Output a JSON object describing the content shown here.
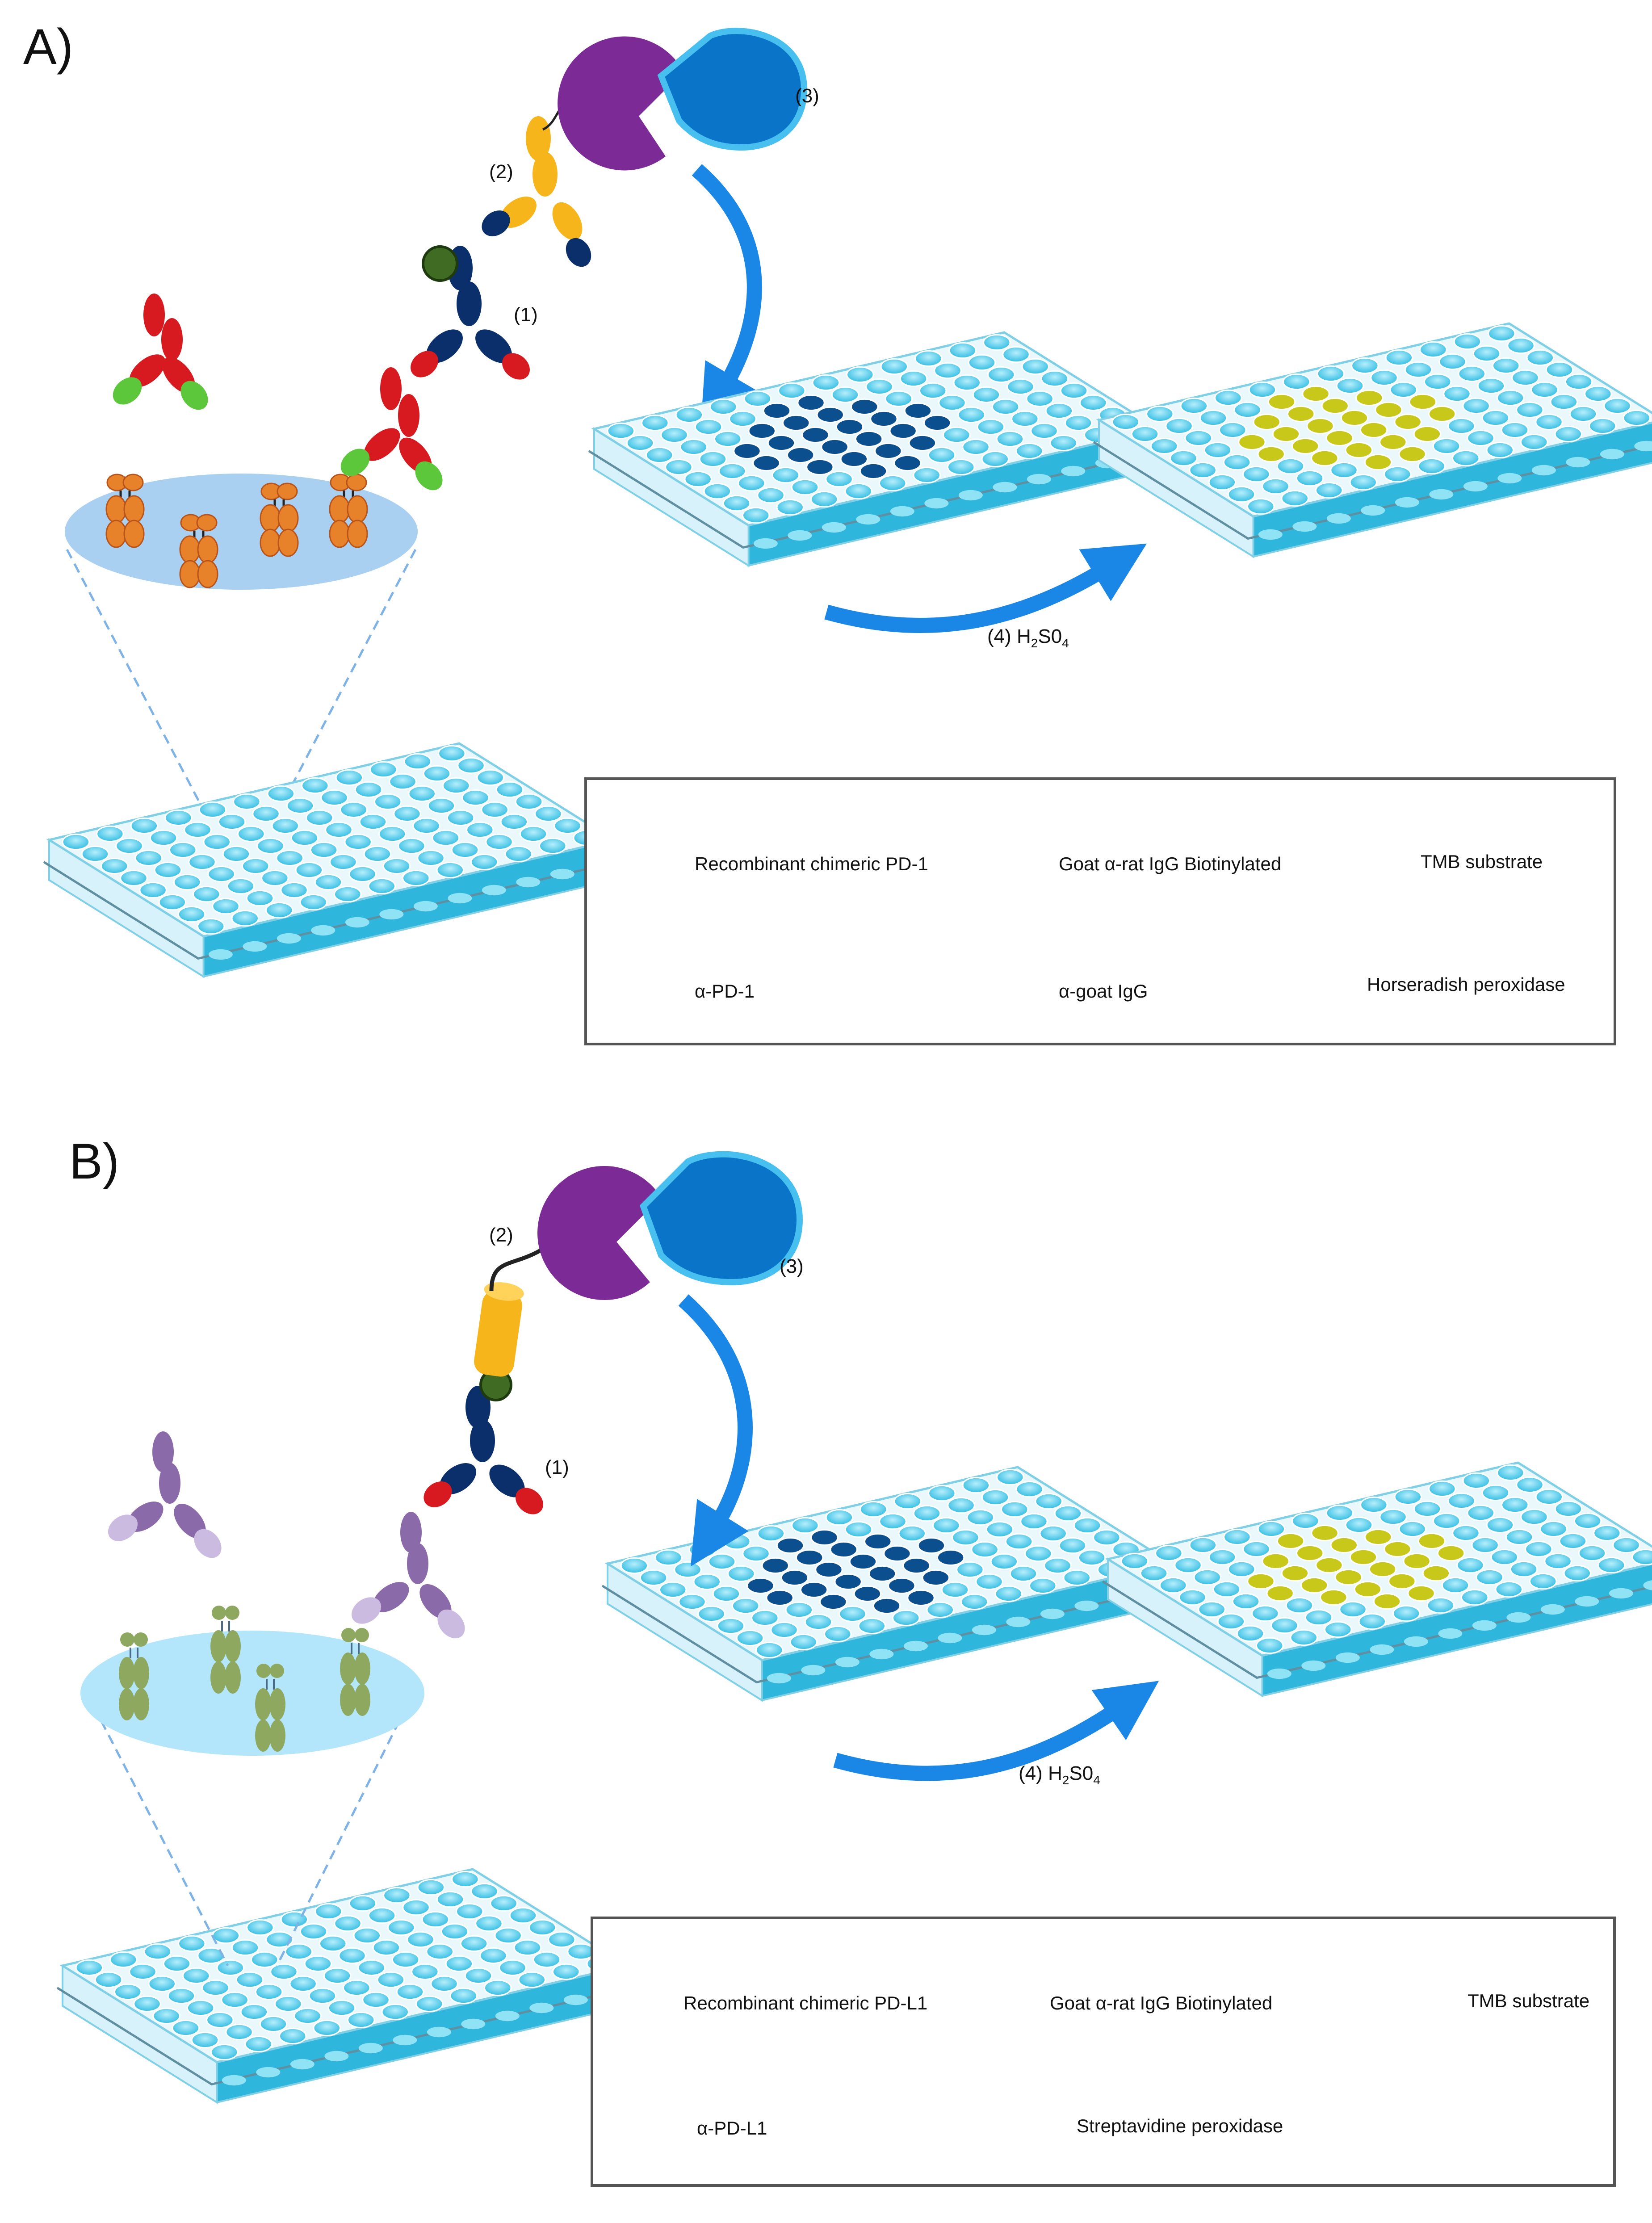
{
  "panels": [
    {
      "label": "A)",
      "steps": {
        "s1": "(1)",
        "s2": "(2)",
        "s3": "(3)",
        "s4_prefix": "(4) H",
        "s4_sub1": "2",
        "s4_mid": "S0",
        "s4_sub2": "4"
      },
      "legend": {
        "item1": "Recombinant chimeric PD-1",
        "item2": "Goat α-rat IgG Biotinylated",
        "item3": "TMB substrate",
        "item4": "α-PD-1",
        "item5": "α-goat IgG",
        "item6": "Horseradish peroxidase"
      }
    },
    {
      "label": "B)",
      "steps": {
        "s1": "(1)",
        "s2": "(2)",
        "s3": "(3)",
        "s4_prefix": "(4) H",
        "s4_sub1": "2",
        "s4_mid": "S0",
        "s4_sub2": "4"
      },
      "legend": {
        "item1": "Recombinant chimeric PD-L1",
        "item2": "Goat α-rat IgG Biotinylated",
        "item3": "TMB substrate",
        "item4": "α-PD-L1",
        "item5": "Streptavidine peroxidase"
      }
    }
  ],
  "colors": {
    "pd1": "#e8822a",
    "anti_pd1_heavy": "#d71920",
    "anti_pd1_tip": "#5cc73a",
    "goat_antibody": "#0b2f6b",
    "biotin": "#3f6b22",
    "anti_goat": "#f6b51a",
    "hrp": "#7b2a96",
    "tmb": "#0a74c9",
    "plate_well": "#45c9e8",
    "well_blue": "#0b4f8f",
    "well_yellow": "#c8c81a",
    "arrow": "#1a86e6",
    "pdl1": "#8fa860",
    "anti_pdl1": "#8a6aa8",
    "streptavidin": "#f6b51a"
  }
}
